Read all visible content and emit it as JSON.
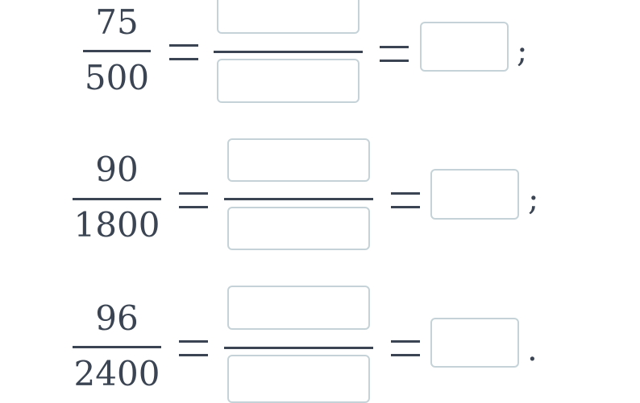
{
  "equations": [
    {
      "numerator": "75",
      "denominator": "500",
      "equals_sign": "=",
      "middle_numerator_value": "",
      "middle_denominator_value": "",
      "result_value": "",
      "punctuation": ";"
    },
    {
      "numerator": "90",
      "denominator": "1800",
      "equals_sign": "=",
      "middle_numerator_value": "",
      "middle_denominator_value": "",
      "result_value": "",
      "punctuation": ";"
    },
    {
      "numerator": "96",
      "denominator": "2400",
      "equals_sign": "=",
      "middle_numerator_value": "",
      "middle_denominator_value": "",
      "result_value": "",
      "punctuation": "."
    }
  ]
}
